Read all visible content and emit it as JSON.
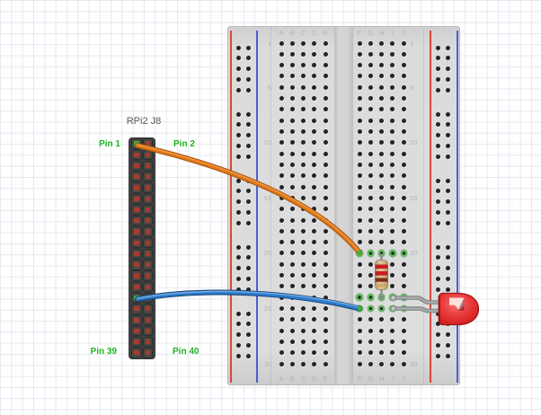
{
  "header": {
    "title": "RPi2 J8",
    "rows": 20,
    "cols": 2,
    "pin_labels": {
      "top_left": "Pin 1",
      "top_right": "Pin 2",
      "bottom_left": "Pin 39",
      "bottom_right": "Pin 40"
    },
    "highlighted_pins": [
      {
        "row": 1,
        "col": "left"
      },
      {
        "row": 15,
        "col": "left"
      }
    ]
  },
  "breadboard": {
    "columns_left": [
      "A",
      "B",
      "C",
      "D",
      "E"
    ],
    "columns_right": [
      "F",
      "G",
      "H",
      "I",
      "J"
    ],
    "row_count": 30,
    "row_labels": [
      "1",
      "5",
      "10",
      "15",
      "20",
      "25",
      "30"
    ],
    "highlighted_rows": [
      20,
      24,
      25
    ],
    "rail_groups": 5,
    "rail_holes_per_group": 5
  },
  "components": {
    "wire_orange": {
      "from": "header-row-1-left",
      "to": "F20"
    },
    "wire_blue": {
      "from": "header-row-15-left",
      "to": "F25"
    },
    "resistor": {
      "bands": [
        "red",
        "red",
        "brown",
        "gold"
      ],
      "from": "H20",
      "to": "H24"
    },
    "led": {
      "color": "red",
      "legs": [
        "I24",
        "I25"
      ]
    }
  },
  "colors": {
    "label_green": "#1fb41f",
    "header_title_gray": "#575757",
    "wire_orange": "#e07818",
    "wire_orange_edge": "#a35413",
    "wire_blue": "#2d7bcc",
    "wire_blue_edge": "#17497e",
    "led_red": "#e23434",
    "highlight_green": "#3cb53c",
    "board_label_gray": "#b2b2b2",
    "rail_red": "#d44a3a",
    "rail_blue": "#4a5fd4"
  }
}
